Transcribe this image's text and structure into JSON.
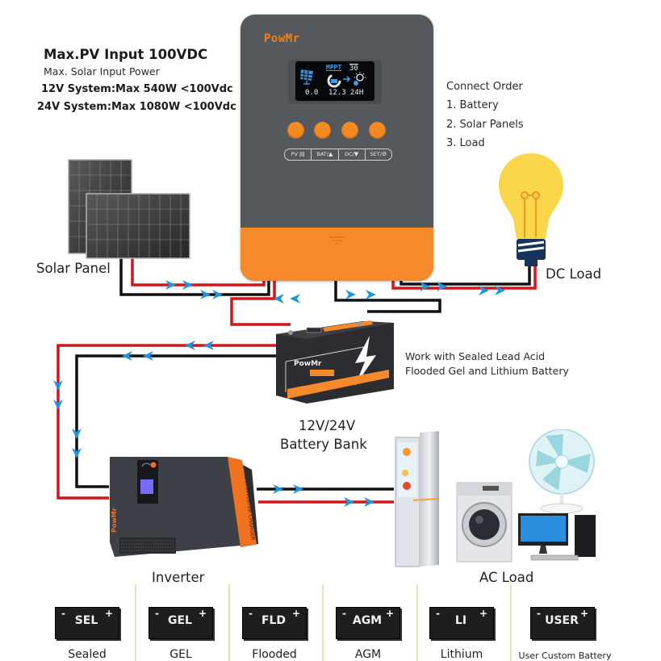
{
  "specs": {
    "title": "Max.PV Input 100VDC",
    "subtitle": "Max. Solar Input Power",
    "line_12v": "12V System:Max 540W <100Vdc",
    "line_24v": "24V System:Max 1080W <100Vdc"
  },
  "connect_order": {
    "title": "Connect Order",
    "steps": [
      "1. Battery",
      "2. Solar Panels",
      "3. Load"
    ]
  },
  "controller": {
    "brand": "PowMr",
    "lcd": {
      "mode": "MPPT",
      "top_value": "30",
      "pv_value": "0.0",
      "battery_value": "12.3",
      "load_value": "24H"
    },
    "buttons": [
      {
        "label": "PV",
        "icon": "list-icon"
      },
      {
        "label": "BAT",
        "icon": "up-triangle-icon"
      },
      {
        "label": "DC",
        "icon": "down-triangle-icon"
      },
      {
        "label": "SET",
        "icon": "gear-icon"
      }
    ]
  },
  "labels": {
    "solar_panel": "Solar Panel",
    "dc_load": "DC Load",
    "battery_note_1": "Work with Sealed Lead Acid",
    "battery_note_2": "Flooded Gel and Lithium Battery",
    "battery_bank_1": "12V/24V",
    "battery_bank_2": "Battery Bank",
    "inverter": "Inverter",
    "ac_load": "AC Load",
    "battery_brand": "PowMr",
    "inverter_brand": "PowMr",
    "inverter_side_text": "SOLAR INVERTER CHARGER"
  },
  "battery_types": [
    {
      "code": "SEL",
      "name": "Sealed"
    },
    {
      "code": "GEL",
      "name": "GEL"
    },
    {
      "code": "FLD",
      "name": "Flooded"
    },
    {
      "code": "AGM",
      "name": "AGM"
    },
    {
      "code": "LI",
      "name": "Lithium"
    },
    {
      "code": "USER",
      "name": "User Custom Battery"
    }
  ],
  "colors": {
    "positive_wire": "#d0161a",
    "negative_wire": "#111111",
    "flow_arrow": "#1e95e0",
    "controller_body": "#55585d",
    "controller_accent": "#f6892a",
    "separator": "#d7e6b3"
  }
}
